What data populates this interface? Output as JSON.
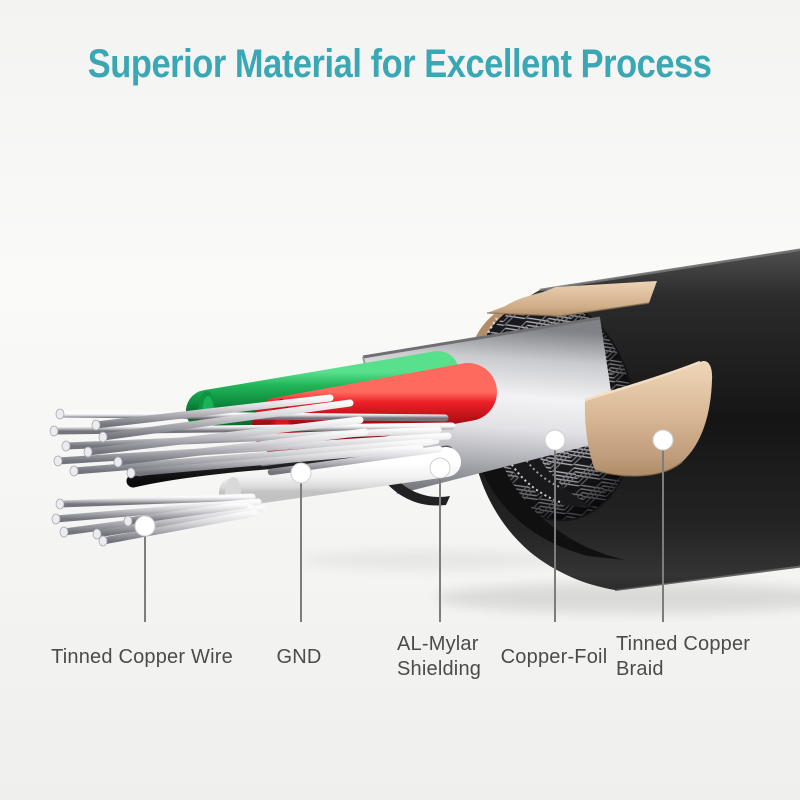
{
  "title": {
    "text": "Superior Material for Excellent Process",
    "color": "#3AA7B5"
  },
  "callouts": [
    {
      "id": "tinned-copper-wire",
      "label": "Tinned Copper Wire"
    },
    {
      "id": "gnd",
      "label": "GND"
    },
    {
      "id": "al-mylar-shielding",
      "label": "AL-Mylar Shielding"
    },
    {
      "id": "copper-foil",
      "label": "Copper-Foil"
    },
    {
      "id": "tinned-copper-braid",
      "label": "Tinned Copper Braid"
    }
  ],
  "colors": {
    "title_teal": "#3AA7B5",
    "label_text": "#4B4B4B",
    "leader_line": "#7D7D7D",
    "background": "#F5F5F3",
    "jacket_black": "#1E1E1E",
    "copper_foil_tan": "#D2B08C",
    "mylar_silver": "#E2E2E6",
    "braid_strand_gray": "#C9C9CE",
    "wire_green": "#21B457",
    "wire_red": "#E81E27",
    "wire_white": "#F4F4F4",
    "wire_black": "#202020",
    "tinned_copper_silver": "#D8D8DC"
  }
}
